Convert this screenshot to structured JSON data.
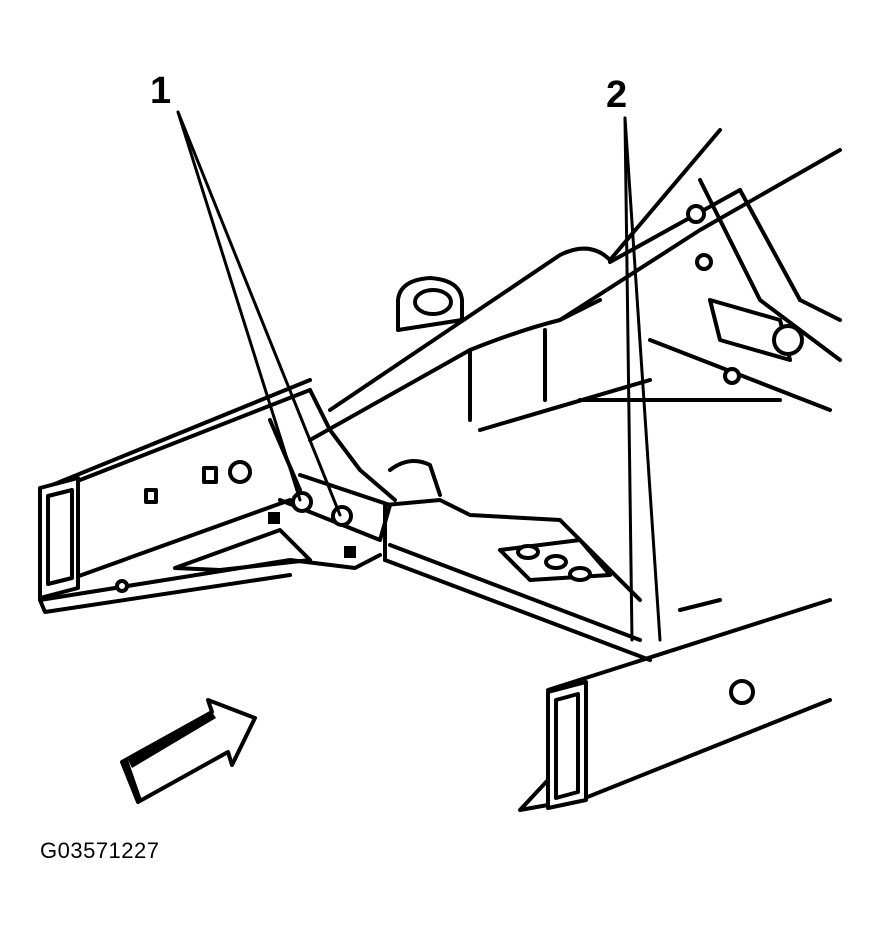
{
  "callouts": [
    {
      "label": "1"
    },
    {
      "label": "2"
    }
  ],
  "figure_id": "G03571227",
  "icons": {
    "direction_arrow": "forward-arrow-icon"
  }
}
